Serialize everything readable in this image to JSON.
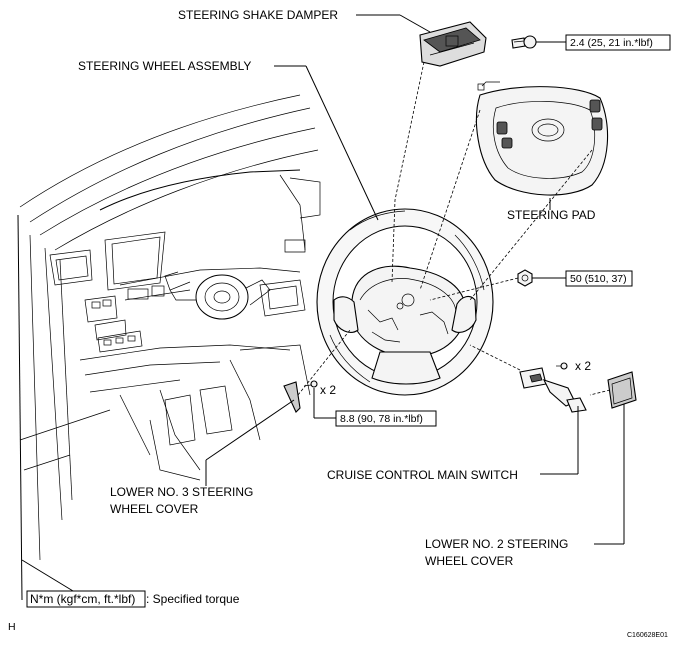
{
  "labels": {
    "shake_damper": "STEERING SHAKE DAMPER",
    "wheel_assembly": "STEERING WHEEL ASSEMBLY",
    "steering_pad": "STEERING PAD",
    "cruise_switch": "CRUISE CONTROL MAIN SWITCH",
    "lower3_line1": "LOWER NO. 3 STEERING",
    "lower3_line2": "WHEEL COVER",
    "lower2_line1": "LOWER NO. 2 STEERING",
    "lower2_line2": "WHEEL COVER"
  },
  "torques": {
    "damper_bolt": "2.4 (25, 21 in.*lbf)",
    "wheel_nut": "50 (510, 37)",
    "cover_screw": "8.8 (90, 78 in.*lbf)"
  },
  "quantities": {
    "switch_screws": "x 2",
    "cover_screws": "x 2"
  },
  "legend": {
    "unit": "N*m (kgf*cm, ft.*lbf)",
    "text": ": Specified torque"
  },
  "corner_letter": "H",
  "figure_code": "C160628E01"
}
